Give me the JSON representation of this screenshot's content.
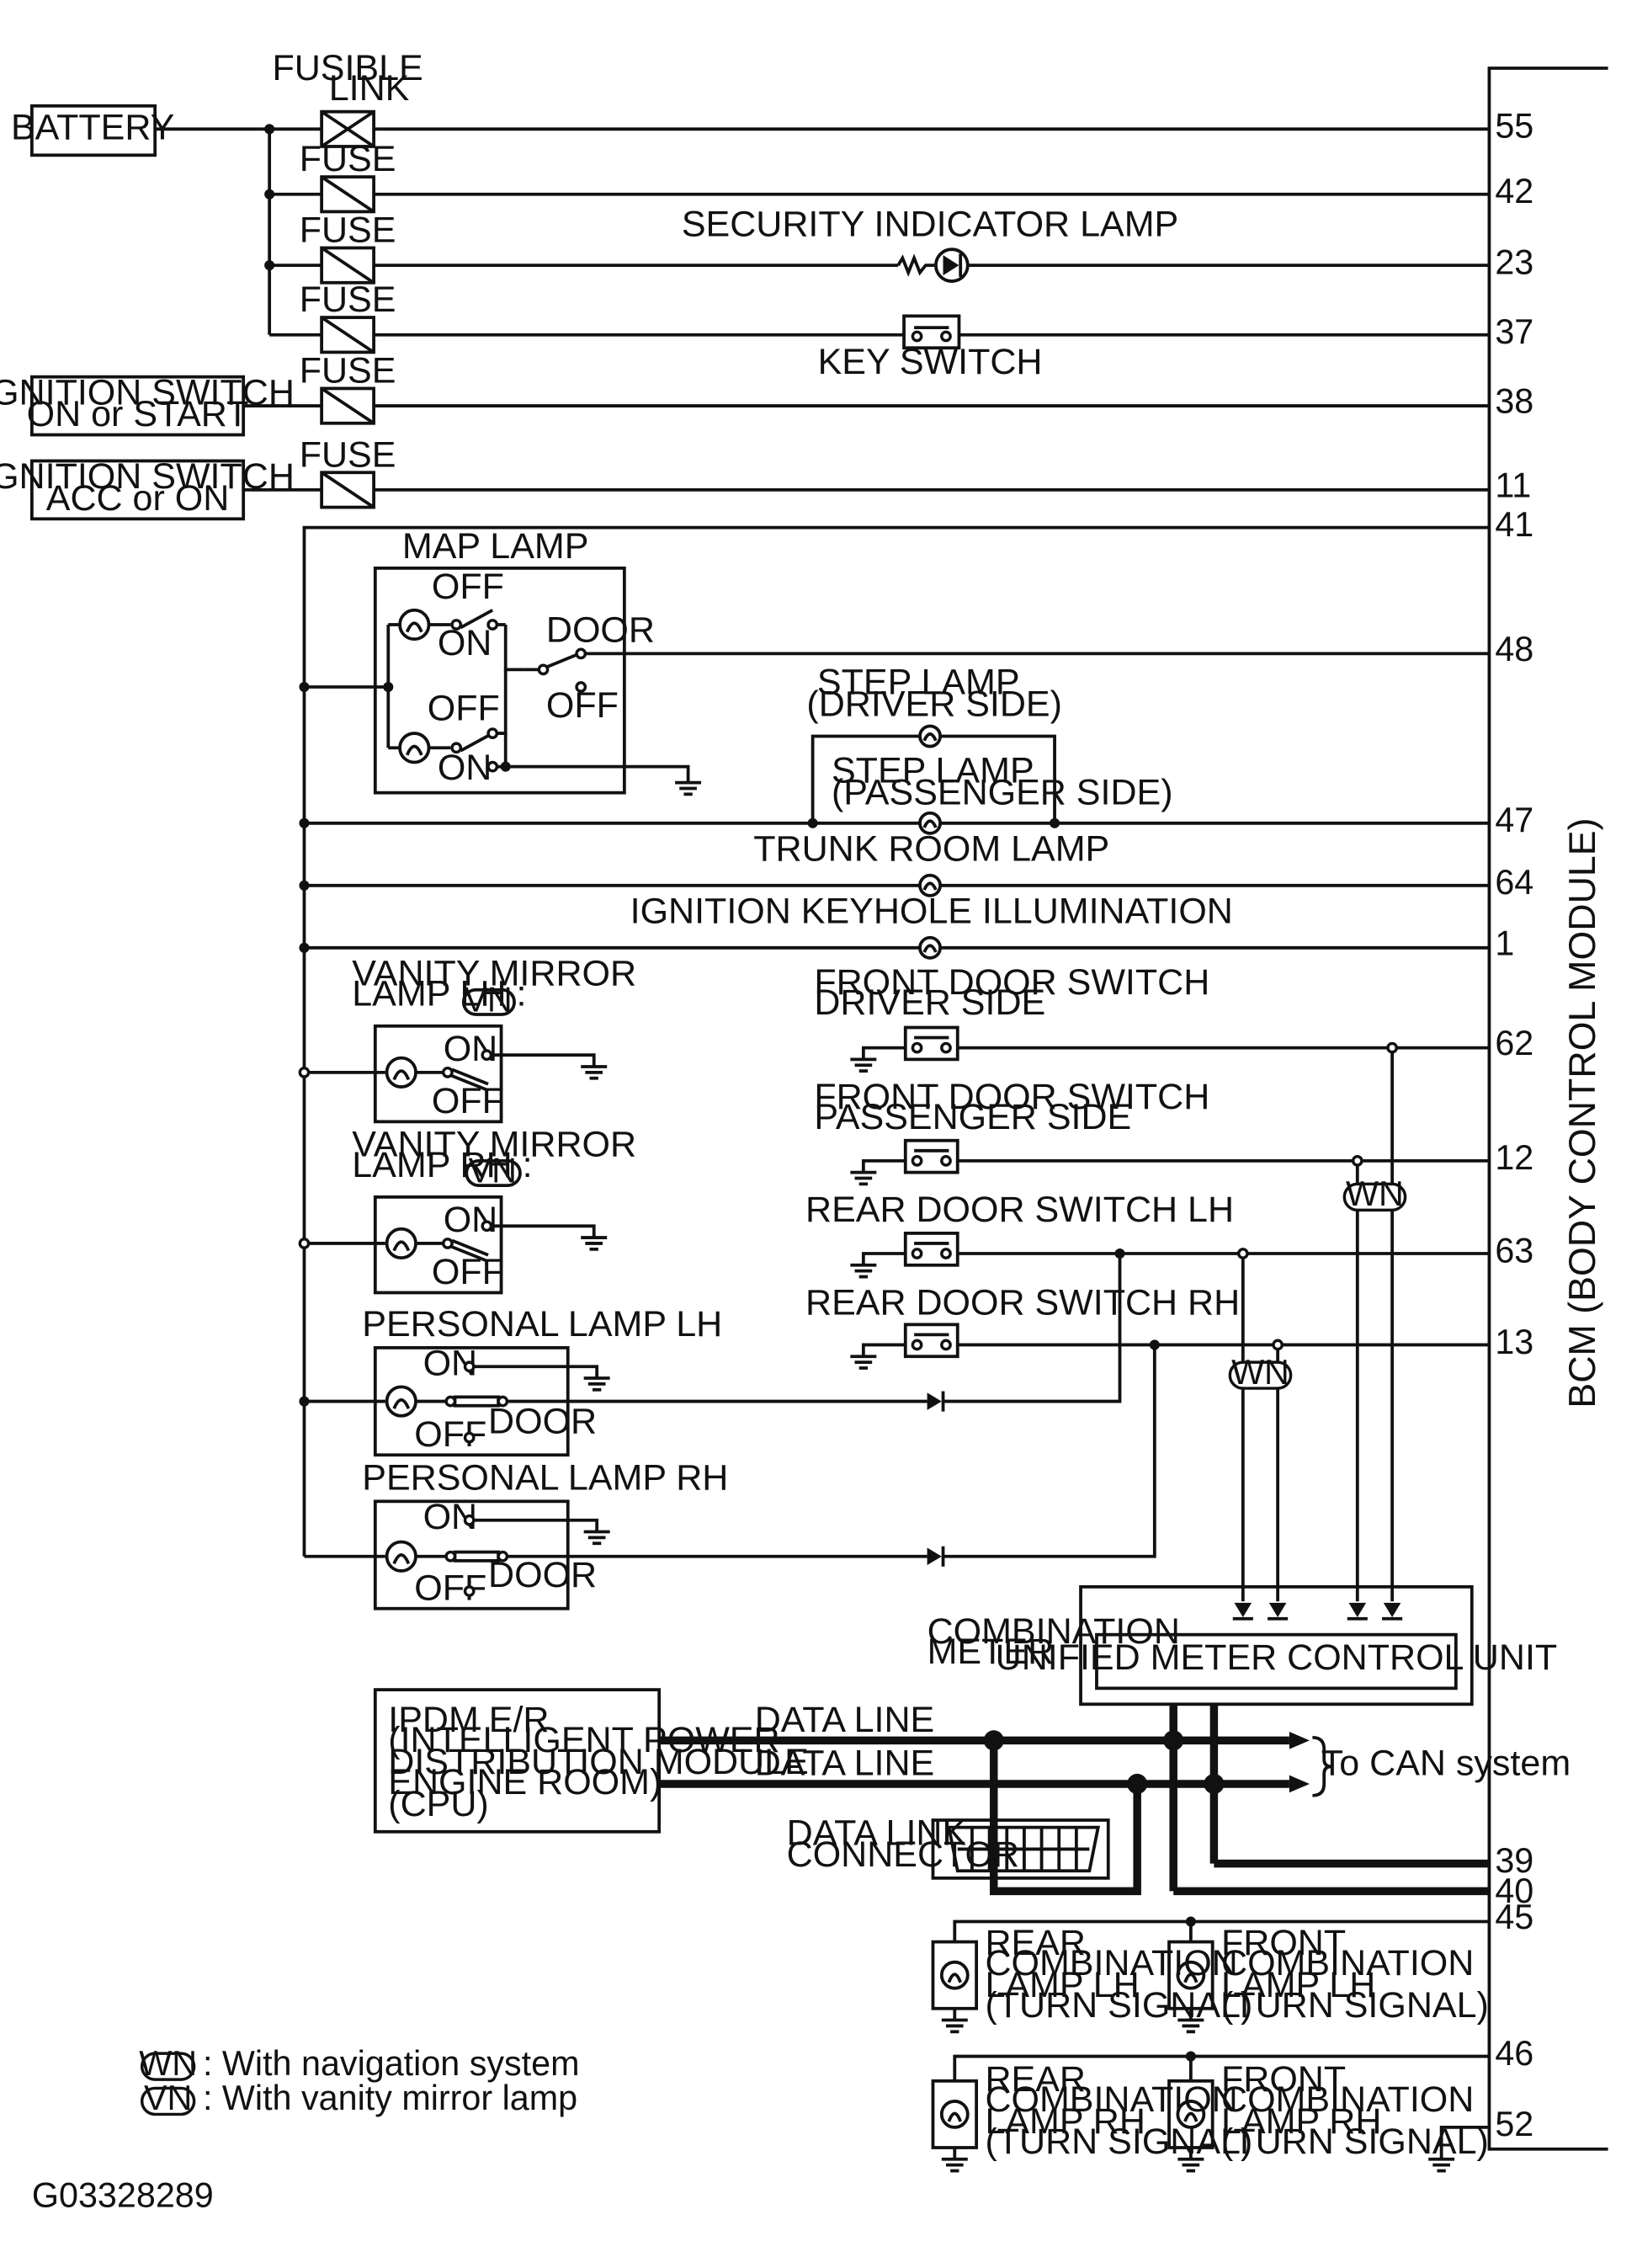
{
  "sources": {
    "battery": "BATTERY",
    "ign_on_start_1": "IGNITION SWITCH",
    "ign_on_start_2": "ON or START",
    "ign_acc_on_1": "IGNITION SWITCH",
    "ign_acc_on_2": "ACC or ON"
  },
  "fuses": {
    "fusible_link_1": "FUSIBLE",
    "fusible_link_2": "LINK",
    "fuse": "FUSE"
  },
  "components": {
    "security_indicator_lamp": "SECURITY INDICATOR LAMP",
    "key_switch": "KEY SWITCH",
    "map_lamp": "MAP LAMP",
    "off": "OFF",
    "on": "ON",
    "door": "DOOR",
    "step_lamp_driver_1": "STEP LAMP",
    "step_lamp_driver_2": "(DRIVER SIDE)",
    "step_lamp_passenger_1": "STEP LAMP",
    "step_lamp_passenger_2": "(PASSENGER SIDE)",
    "trunk_room_lamp": "TRUNK ROOM LAMP",
    "ignition_keyhole_illumination": "IGNITION KEYHOLE ILLUMINATION",
    "vanity_mirror_lh_1": "VANITY MIRROR",
    "vanity_mirror_lh_2": "LAMP LH :",
    "vanity_mirror_rh_1": "VANITY MIRROR",
    "vanity_mirror_rh_2": "LAMP RH :",
    "front_door_switch_driver_1": "FRONT DOOR SWITCH",
    "front_door_switch_driver_2": "DRIVER SIDE",
    "front_door_switch_passenger_1": "FRONT DOOR SWITCH",
    "front_door_switch_passenger_2": "PASSENGER SIDE",
    "rear_door_switch_lh": "REAR DOOR SWITCH LH",
    "rear_door_switch_rh": "REAR DOOR SWITCH RH",
    "personal_lamp_lh": "PERSONAL LAMP LH",
    "personal_lamp_rh": "PERSONAL LAMP RH",
    "combination_meter_1": "COMBINATION",
    "combination_meter_2": "METER",
    "unified_meter_control_unit": "UNIFIED METER CONTROL UNIT",
    "ipdm_1": "IPDM E/R",
    "ipdm_2": "(INTELLIGENT POWER",
    "ipdm_3": " DISTRIBUTION MODULE",
    "ipdm_4": " ENGINE ROOM)",
    "ipdm_5": "(CPU)",
    "data_line": "DATA LINE",
    "to_can_system": "To CAN system",
    "data_link_connector_1": "DATA LINK",
    "data_link_connector_2": "CONNECTOR",
    "rear_comb_lh_1": "REAR",
    "rear_comb_lh_2": "COMBINATION",
    "rear_comb_lh_3": "LAMP LH",
    "rear_comb_lh_4": "(TURN SIGNAL)",
    "front_comb_lh_1": "FRONT",
    "front_comb_lh_2": "COMBINATION",
    "front_comb_lh_3": "LAMP LH",
    "front_comb_lh_4": "(TURN SIGNAL)",
    "rear_comb_rh_1": "REAR",
    "rear_comb_rh_2": "COMBINATION",
    "rear_comb_rh_3": "LAMP RH",
    "rear_comb_rh_4": "(TURN SIGNAL)",
    "front_comb_rh_1": "FRONT",
    "front_comb_rh_2": "COMBINATION",
    "front_comb_rh_3": "LAMP RH",
    "front_comb_rh_4": "(TURN SIGNAL)"
  },
  "badges": {
    "wn": "WN",
    "vn": "VN"
  },
  "bcm": {
    "label": "BCM (BODY CONTROL MODULE)"
  },
  "pins": [
    "55",
    "42",
    "23",
    "37",
    "38",
    "11",
    "41",
    "48",
    "47",
    "64",
    "1",
    "62",
    "12",
    "63",
    "13",
    "39",
    "40",
    "45",
    "46",
    "52"
  ],
  "legend": {
    "wn_text": ": With navigation system",
    "vn_text": ": With vanity mirror lamp"
  },
  "figure_id": "G03328289"
}
